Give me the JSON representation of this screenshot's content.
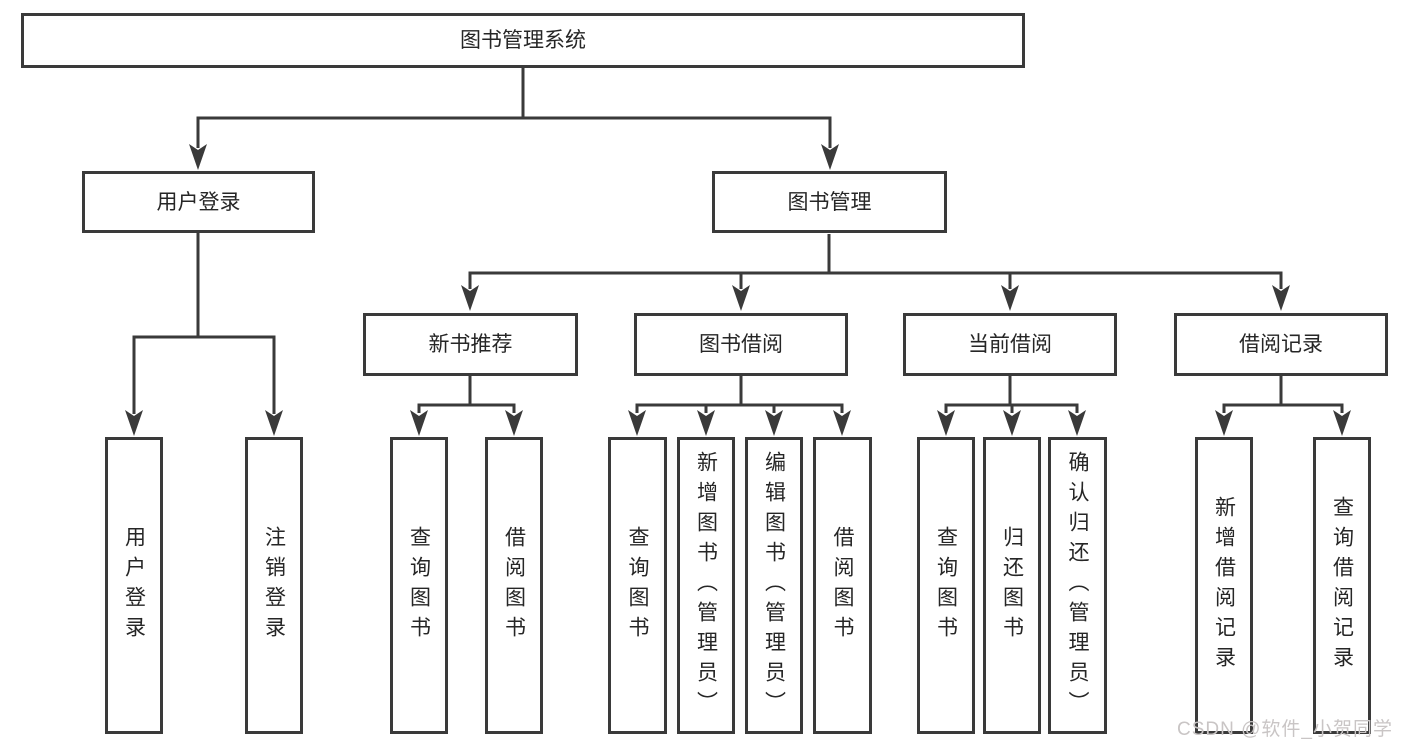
{
  "nodes": {
    "root": "图书管理系统",
    "user_login": "用户登录",
    "book_mgmt": "图书管理",
    "new_books": "新书推荐",
    "book_borrow": "图书借阅",
    "current_borrow": "当前借阅",
    "borrow_records": "借阅记录",
    "leaves": {
      "user_login": [
        "用户登录",
        "注销登录"
      ],
      "new_books": [
        "查询图书",
        "借阅图书"
      ],
      "book_borrow": [
        "查询图书",
        "新增图书（管理员）",
        "编辑图书（管理员）",
        "借阅图书"
      ],
      "current_borrow": [
        "查询图书",
        "归还图书",
        "确认归还（管理员）"
      ],
      "records": [
        "新增借阅记录",
        "查询借阅记录"
      ]
    }
  },
  "watermark": "CSDN @软件_小贺同学",
  "colors": {
    "line": "#3a3a3a",
    "text": "#262626",
    "watermark": "#c9c5c5",
    "background": "#ffffff"
  }
}
